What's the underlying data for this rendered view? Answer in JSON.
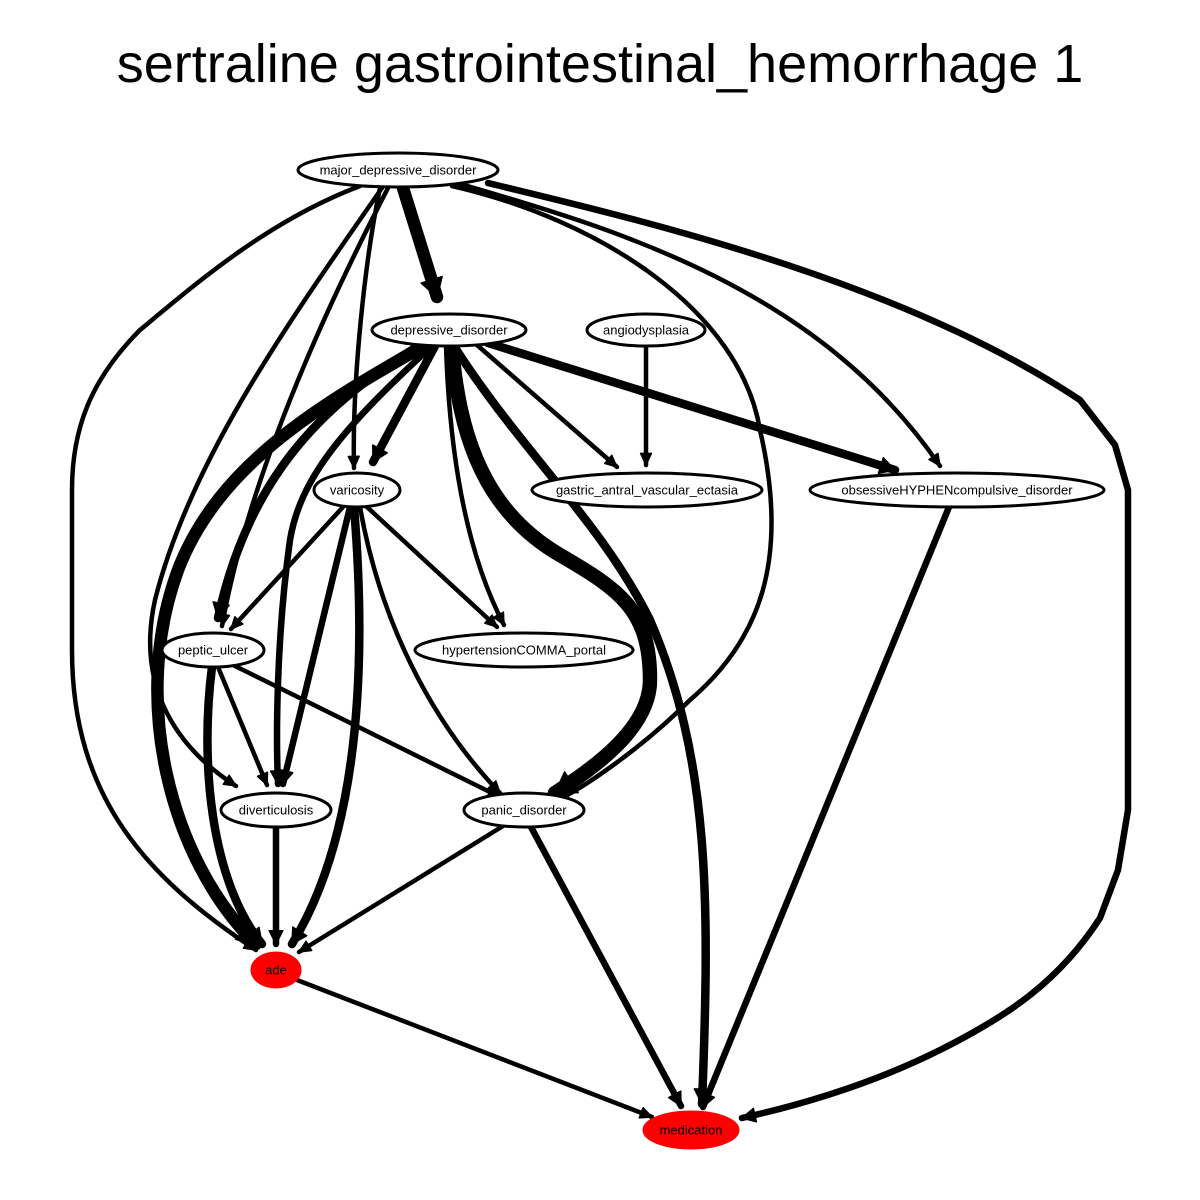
{
  "title": "sertraline gastrointestinal_hemorrhage 1",
  "colors": {
    "highlight": "#ff0000",
    "node_fill": "#ffffff",
    "stroke": "#000000"
  },
  "nodes": [
    {
      "id": "major_depressive_disorder",
      "label": "major_depressive_disorder",
      "highlighted": false
    },
    {
      "id": "depressive_disorder",
      "label": "depressive_disorder",
      "highlighted": false
    },
    {
      "id": "angiodysplasia",
      "label": "angiodysplasia",
      "highlighted": false
    },
    {
      "id": "varicosity",
      "label": "varicosity",
      "highlighted": false
    },
    {
      "id": "gastric_antral_vascular_ectasia",
      "label": "gastric_antral_vascular_ectasia",
      "highlighted": false
    },
    {
      "id": "obsessiveHYPHENcompulsive_disorder",
      "label": "obsessiveHYPHENcompulsive_disorder",
      "highlighted": false
    },
    {
      "id": "peptic_ulcer",
      "label": "peptic_ulcer",
      "highlighted": false
    },
    {
      "id": "hypertensionCOMMA_portal",
      "label": "hypertensionCOMMA_portal",
      "highlighted": false
    },
    {
      "id": "diverticulosis",
      "label": "diverticulosis",
      "highlighted": false
    },
    {
      "id": "panic_disorder",
      "label": "panic_disorder",
      "highlighted": false
    },
    {
      "id": "ade",
      "label": "ade",
      "highlighted": true
    },
    {
      "id": "medication",
      "label": "medication",
      "highlighted": true
    }
  ],
  "edges": [
    {
      "from": "major_depressive_disorder",
      "to": "depressive_disorder",
      "weight": 5
    },
    {
      "from": "major_depressive_disorder",
      "to": "varicosity",
      "weight": 1
    },
    {
      "from": "major_depressive_disorder",
      "to": "peptic_ulcer",
      "weight": 1
    },
    {
      "from": "major_depressive_disorder",
      "to": "diverticulosis",
      "weight": 1
    },
    {
      "from": "major_depressive_disorder",
      "to": "ade",
      "weight": 1
    },
    {
      "from": "major_depressive_disorder",
      "to": "panic_disorder",
      "weight": 1
    },
    {
      "from": "major_depressive_disorder",
      "to": "obsessiveHYPHENcompulsive_disorder",
      "weight": 1
    },
    {
      "from": "major_depressive_disorder",
      "to": "medication",
      "weight": 2
    },
    {
      "from": "depressive_disorder",
      "to": "varicosity",
      "weight": 3
    },
    {
      "from": "depressive_disorder",
      "to": "peptic_ulcer",
      "weight": 3
    },
    {
      "from": "depressive_disorder",
      "to": "ade",
      "weight": 5
    },
    {
      "from": "depressive_disorder",
      "to": "diverticulosis",
      "weight": 2
    },
    {
      "from": "depressive_disorder",
      "to": "gastric_antral_vascular_ectasia",
      "weight": 1
    },
    {
      "from": "depressive_disorder",
      "to": "hypertensionCOMMA_portal",
      "weight": 1
    },
    {
      "from": "depressive_disorder",
      "to": "obsessiveHYPHENcompulsive_disorder",
      "weight": 3
    },
    {
      "from": "depressive_disorder",
      "to": "panic_disorder",
      "weight": 6
    },
    {
      "from": "depressive_disorder",
      "to": "medication",
      "weight": 3
    },
    {
      "from": "angiodysplasia",
      "to": "gastric_antral_vascular_ectasia",
      "weight": 1
    },
    {
      "from": "varicosity",
      "to": "peptic_ulcer",
      "weight": 1
    },
    {
      "from": "varicosity",
      "to": "hypertensionCOMMA_portal",
      "weight": 1
    },
    {
      "from": "varicosity",
      "to": "diverticulosis",
      "weight": 2
    },
    {
      "from": "varicosity",
      "to": "ade",
      "weight": 3
    },
    {
      "from": "varicosity",
      "to": "panic_disorder",
      "weight": 1
    },
    {
      "from": "peptic_ulcer",
      "to": "diverticulosis",
      "weight": 1
    },
    {
      "from": "peptic_ulcer",
      "to": "panic_disorder",
      "weight": 1
    },
    {
      "from": "peptic_ulcer",
      "to": "ade",
      "weight": 3
    },
    {
      "from": "diverticulosis",
      "to": "ade",
      "weight": 2
    },
    {
      "from": "panic_disorder",
      "to": "ade",
      "weight": 1
    },
    {
      "from": "panic_disorder",
      "to": "medication",
      "weight": 2
    },
    {
      "from": "obsessiveHYPHENcompulsive_disorder",
      "to": "medication",
      "weight": 2
    },
    {
      "from": "ade",
      "to": "medication",
      "weight": 1
    }
  ]
}
